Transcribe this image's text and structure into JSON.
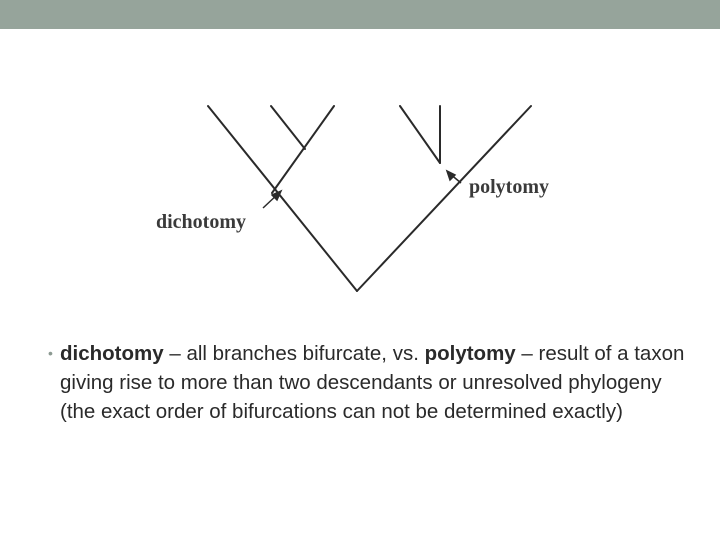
{
  "theme": {
    "top_bar_color": "#96a49b",
    "line_color": "#2a2a2a"
  },
  "diagram": {
    "labels": {
      "dichotomy": "dichotomy",
      "polytomy": "polytomy"
    }
  },
  "bullet": {
    "term1": "dichotomy",
    "text1": " – all branches bifurcate, vs. ",
    "term2": "polytomy",
    "text2": " – result of a taxon giving rise to more than two descendants or unresolved phylogeny  (the exact order of bifurcations can not be determined exactly)"
  }
}
